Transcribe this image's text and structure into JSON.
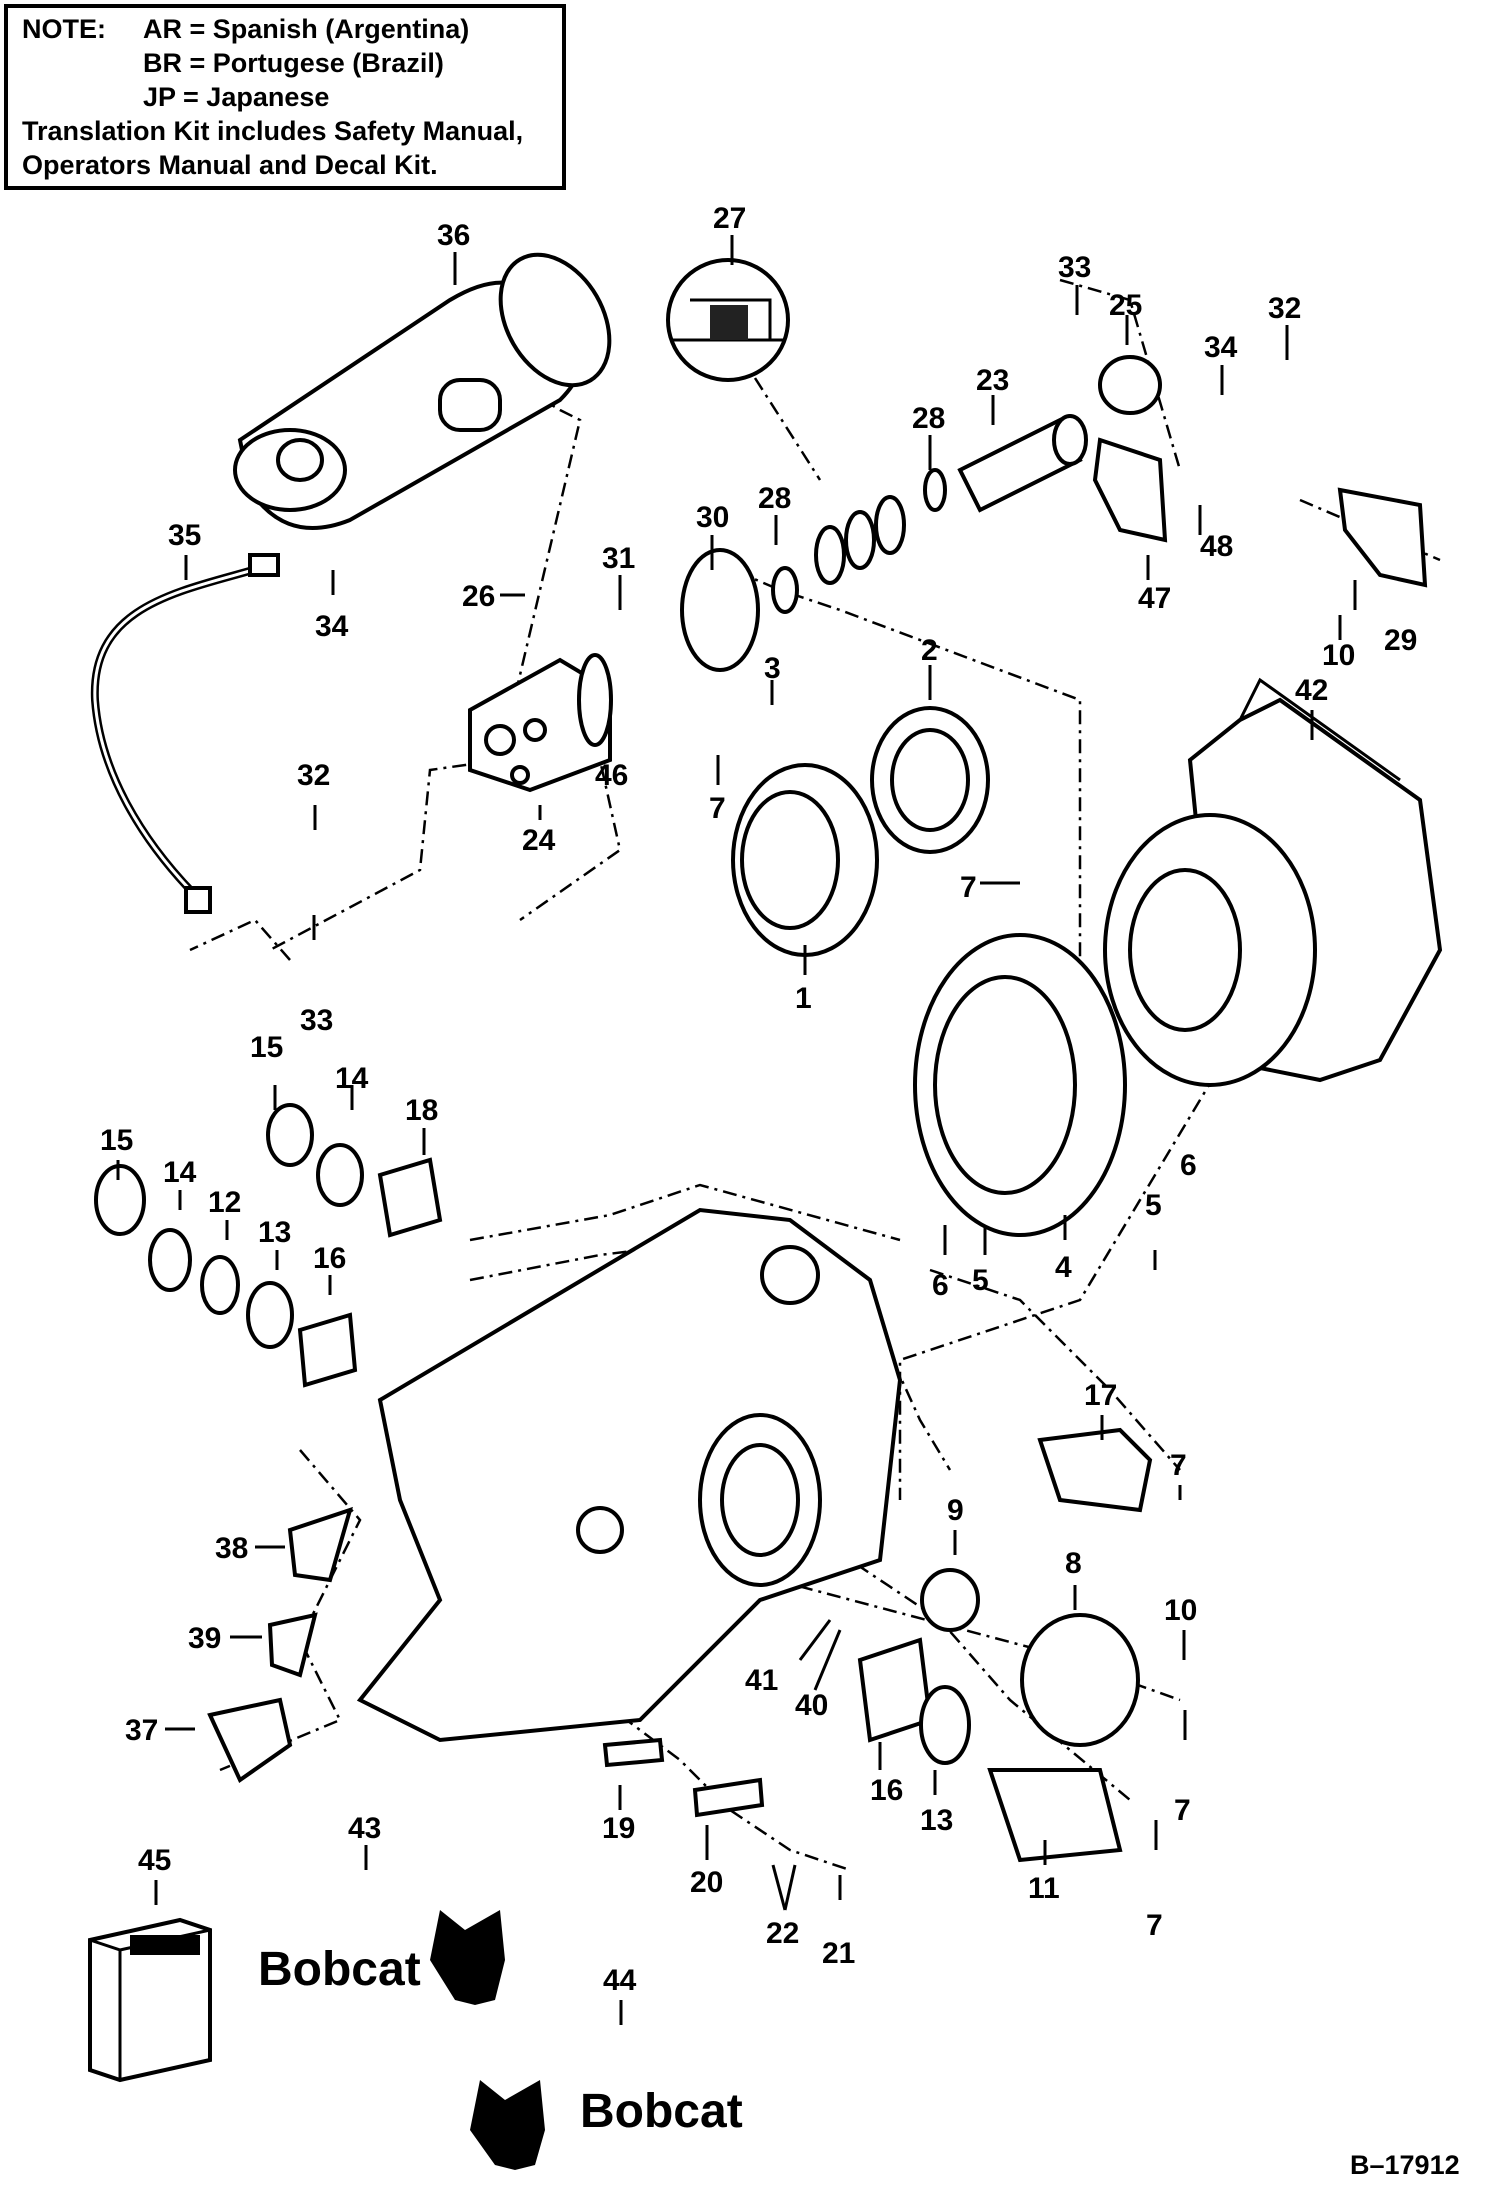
{
  "note": {
    "line1_prefix": "NOTE:",
    "line1": "AR = Spanish (Argentina)",
    "line2": "BR = Portugese (Brazil)",
    "line3": "JP = Japanese",
    "line4": "Translation Kit includes Safety Manual,",
    "line5": "Operators Manual and Decal Kit."
  },
  "callouts": {
    "c1": "1",
    "c2": "2",
    "c3": "3",
    "c4": "4",
    "c5a": "5",
    "c5b": "5",
    "c6a": "6",
    "c6b": "6",
    "c7a": "7",
    "c7b": "7",
    "c7c": "7",
    "c7d": "7",
    "c7e": "7",
    "c8": "8",
    "c9": "9",
    "c10a": "10",
    "c10b": "10",
    "c11": "11",
    "c12": "12",
    "c13a": "13",
    "c13b": "13",
    "c14a": "14",
    "c14b": "14",
    "c15a": "15",
    "c15b": "15",
    "c16a": "16",
    "c16b": "16",
    "c17": "17",
    "c18": "18",
    "c19": "19",
    "c20": "20",
    "c21": "21",
    "c22": "22",
    "c23": "23",
    "c24": "24",
    "c25": "25",
    "c26": "26",
    "c27": "27",
    "c28a": "28",
    "c28b": "28",
    "c29": "29",
    "c30": "30",
    "c31": "31",
    "c32a": "32",
    "c32b": "32",
    "c33a": "33",
    "c33b": "33",
    "c34a": "34",
    "c34b": "34",
    "c35": "35",
    "c36": "36",
    "c37": "37",
    "c38": "38",
    "c39": "39",
    "c40": "40",
    "c41": "41",
    "c42": "42",
    "c43": "43",
    "c44": "44",
    "c45": "45",
    "c46": "46",
    "c47": "47",
    "c48": "48"
  },
  "decals": {
    "brand_a": "Bobcat",
    "brand_b": "Bobcat"
  },
  "drawing_number": "B–17912"
}
